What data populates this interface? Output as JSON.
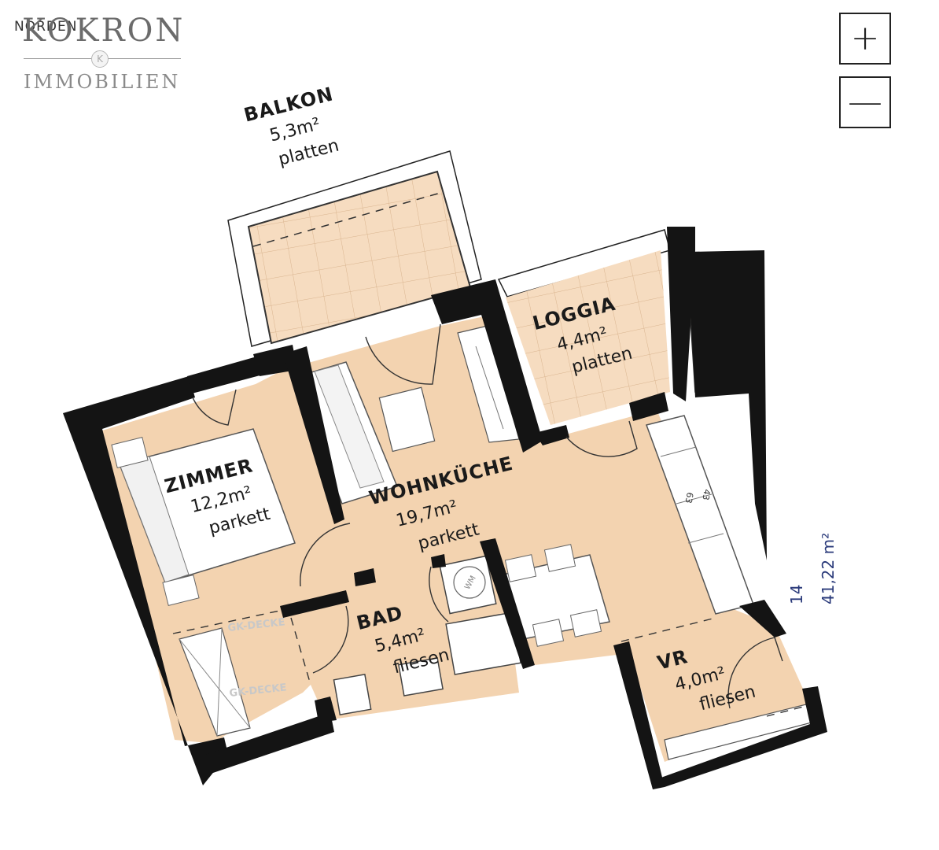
{
  "logo": {
    "brand": "KOKRON",
    "sub": "IMMOBILIEN",
    "north": "NORDEN"
  },
  "controls": {
    "zoom_in": "+",
    "zoom_out": "—"
  },
  "rooms": [
    {
      "id": "balkon",
      "name": "BALKON",
      "area": "5,3m²",
      "floor": "platten"
    },
    {
      "id": "loggia",
      "name": "LOGGIA",
      "area": "4,4m²",
      "floor": "platten"
    },
    {
      "id": "zimmer",
      "name": "ZIMMER",
      "area": "12,2m²",
      "floor": "parkett"
    },
    {
      "id": "wohnkueche",
      "name": "WOHNKÜCHE",
      "area": "19,7m²",
      "floor": "parkett"
    },
    {
      "id": "bad",
      "name": "BAD",
      "area": "5,4m²",
      "floor": "fliesen"
    },
    {
      "id": "vr",
      "name": "VR",
      "area": "4,0m²",
      "floor": "fliesen"
    }
  ],
  "annotations": {
    "gk_1": "GK-DECKE",
    "gk_2": "GK-DECKE",
    "wm": "WM",
    "stove_1": "63",
    "stove_2": "43",
    "dim_1": "14",
    "total_area": "41,22 m²"
  },
  "colors": {
    "wall": "#141414",
    "room_fill": "#f3d3b0",
    "outdoor_fill": "#f6dcc0",
    "tile_line": "#d9b48f",
    "dim_text": "#2a3a7a"
  }
}
